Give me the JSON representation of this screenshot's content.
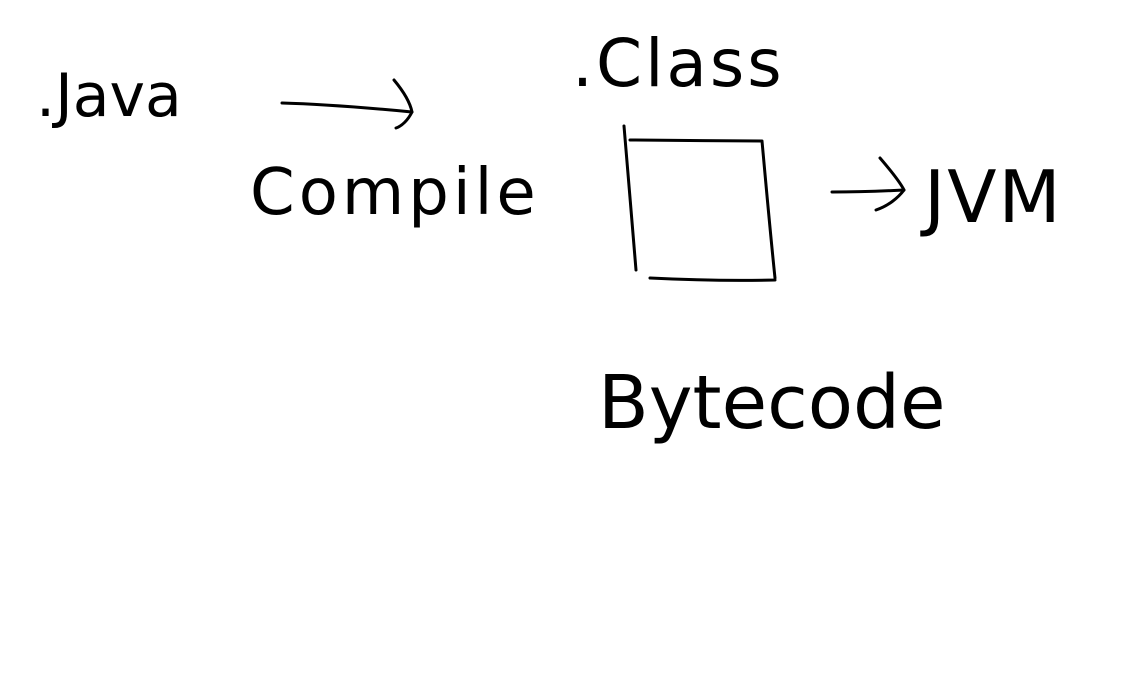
{
  "diagram": {
    "java_label": ".Java",
    "compile_label": "Compile",
    "class_label": ".Class",
    "bytecode_label": "Bytecode",
    "jvm_label": "JVM"
  },
  "colors": {
    "background": "#ffffff",
    "ink": "#000000"
  }
}
